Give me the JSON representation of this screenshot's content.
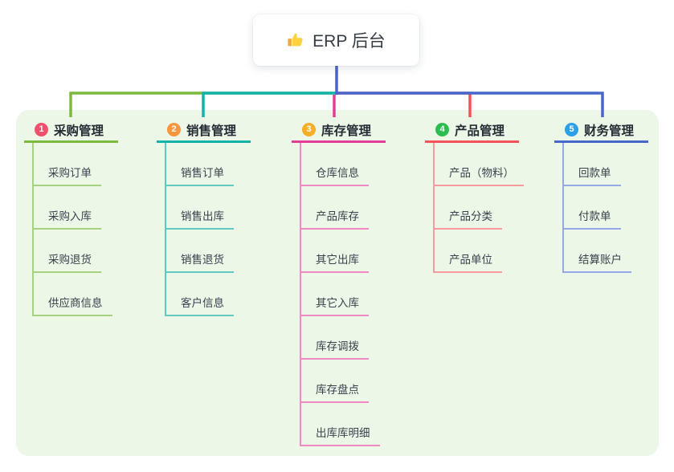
{
  "diagram_type": "mindmap",
  "root": {
    "label": "ERP 后台",
    "icon": "thumbs-up-icon",
    "stub_color": "#4a61d2"
  },
  "panel": {
    "background": "#edf7e8"
  },
  "branches": [
    {
      "number": "1",
      "label": "采购管理",
      "badge_color": "#f0506c",
      "line_color": "#7cb93f",
      "child_line_color": "#a6d182",
      "children": [
        "采购订单",
        "采购入库",
        "采购退货",
        "供应商信息"
      ]
    },
    {
      "number": "2",
      "label": "销售管理",
      "badge_color": "#f8963e",
      "line_color": "#14b3a9",
      "child_line_color": "#62c9c1",
      "children": [
        "销售订单",
        "销售出库",
        "销售退货",
        "客户信息"
      ]
    },
    {
      "number": "3",
      "label": "库存管理",
      "badge_color": "#f6ad27",
      "line_color": "#e23e98",
      "child_line_color": "#ee8ac4",
      "children": [
        "仓库信息",
        "产品库存",
        "其它出库",
        "其它入库",
        "库存调拨",
        "库存盘点",
        "出库库明细"
      ]
    },
    {
      "number": "4",
      "label": "产品管理",
      "badge_color": "#2cbc50",
      "line_color": "#f4525b",
      "child_line_color": "#f79ba1",
      "children": [
        "产品（物料）",
        "产品分类",
        "产品单位"
      ]
    },
    {
      "number": "5",
      "label": "财务管理",
      "badge_color": "#2d9fe9",
      "line_color": "#4767cb",
      "child_line_color": "#94a9e3",
      "children": [
        "回款单",
        "付款单",
        "结算账户"
      ]
    }
  ]
}
